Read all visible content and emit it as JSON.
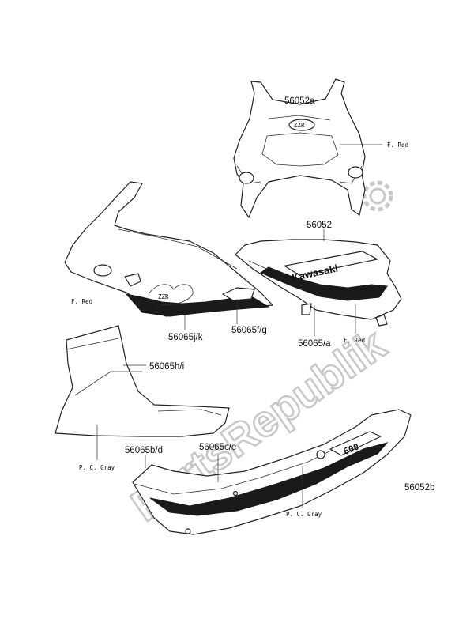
{
  "watermark": "PartsRepublik",
  "parts": {
    "upper_cowl_decal": "56052a",
    "side_cowl_decal": "56052",
    "fairing_decal_left_a": "56065j/k",
    "fairing_decal_left_b": "56065f/g",
    "fairing_decal_right": "56065/a",
    "lower_cowl_decal": "56065h/i",
    "tail_decal_a": "56065b/d",
    "tail_decal_b": "56065c/e",
    "tail_cover_decal": "56052b"
  },
  "colors": {
    "f_red_top": "F. Red",
    "f_red_left": "F. Red",
    "f_red_right": "F. Red",
    "pc_gray_left": "P. C. Gray",
    "pc_gray_right": "P. C. Gray"
  },
  "decal_text": {
    "brand": "Kawasaki",
    "model_fairing": "ZZR",
    "model_cowl": "ZZR",
    "model_tail": "600"
  }
}
